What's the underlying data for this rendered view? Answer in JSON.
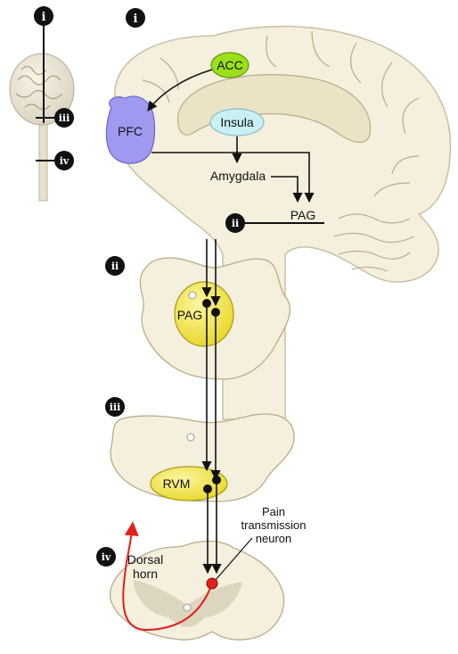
{
  "badges": {
    "small_brain_i": "i",
    "small_brain_iii": "iii",
    "small_brain_iv": "iv",
    "large_i": "i",
    "large_ii": "ii",
    "section_ii": "ii",
    "section_iii": "iii",
    "section_iv": "iv"
  },
  "regions": {
    "acc": "ACC",
    "pfc": "PFC",
    "insula": "Insula",
    "amygdala": "Amygdala",
    "pag_brain": "PAG",
    "pag_section": "PAG",
    "rvm": "RVM"
  },
  "spinal": {
    "dorsal_line1": "Dorsal",
    "dorsal_line2": "horn",
    "pain_line1": "Pain",
    "pain_line2": "transmission",
    "pain_line3": "neuron"
  },
  "colors": {
    "acc_fill": "#9be01a",
    "pfc_fill": "#9f9af0",
    "insula_fill": "#c9f0f5",
    "nucleus_fill": "#f0e23c",
    "tissue_fill": "#f5efdd",
    "pathway_red": "#e0201a"
  }
}
